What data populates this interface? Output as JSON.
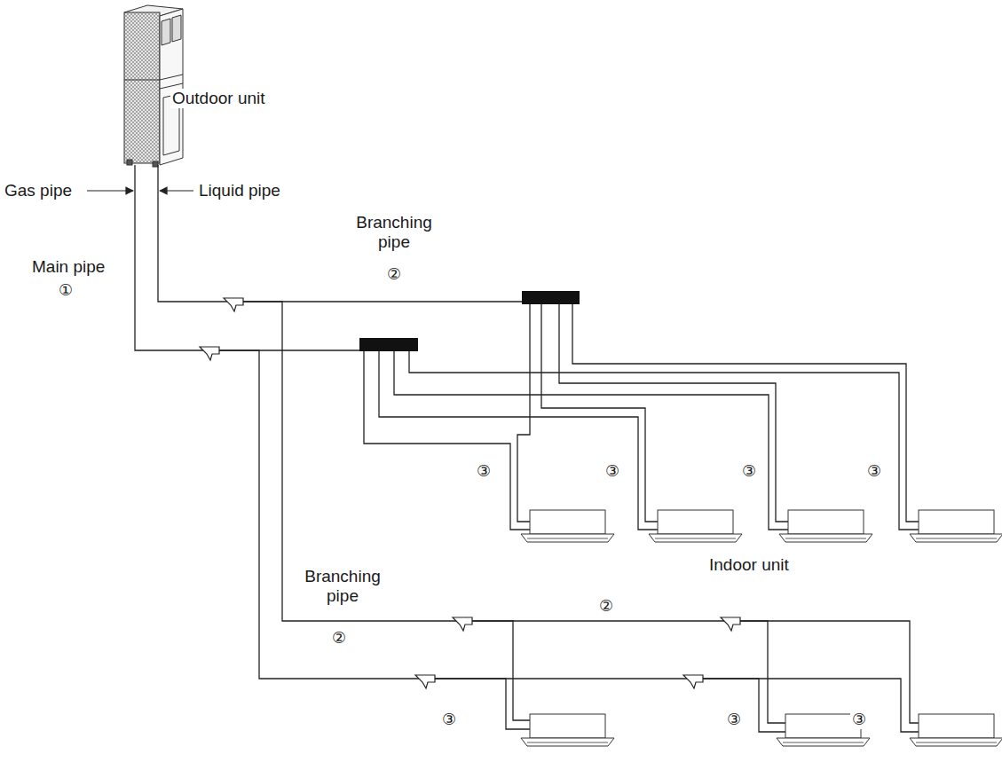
{
  "diagram": {
    "labels": [
      "Outdoor unit",
      "Gas pipe",
      "Liquid pipe",
      "Main pipe",
      "①",
      "Branching pipe",
      "②",
      "③",
      "③",
      "③",
      "③",
      "Indoor unit",
      "Branching pipe",
      "②",
      "②",
      "③",
      "③",
      "③"
    ]
  }
}
